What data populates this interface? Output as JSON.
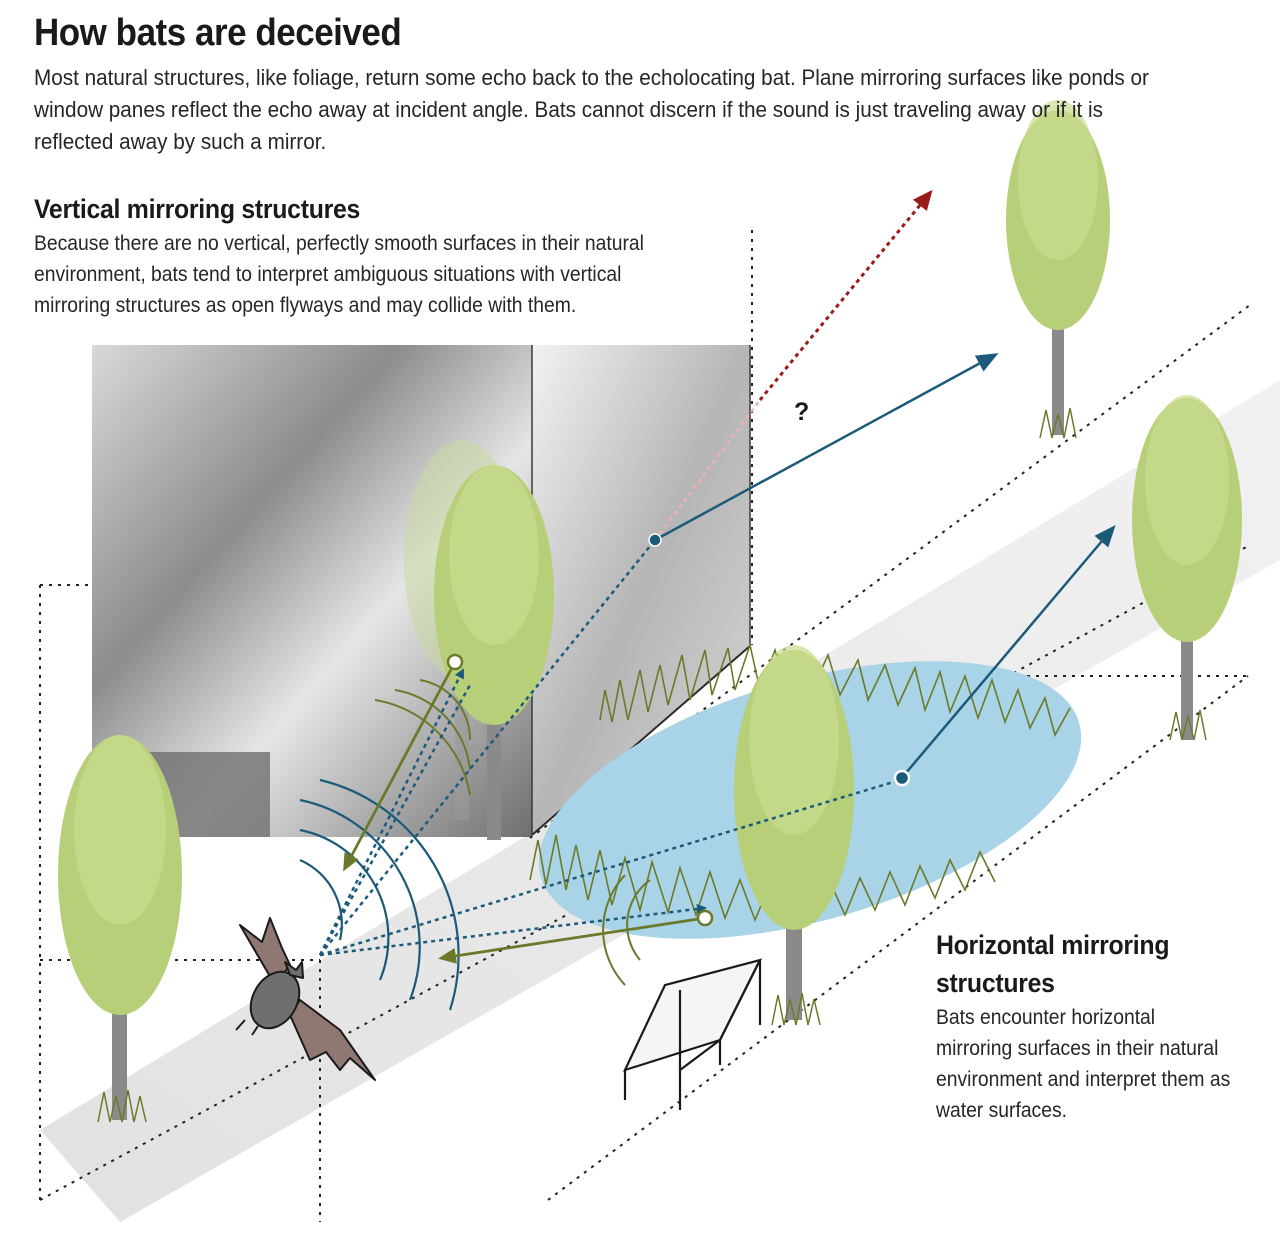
{
  "title": "How bats are deceived",
  "intro": "Most natural structures, like foliage, return some echo back to the echolocating bat. Plane mirroring surfaces like ponds or window panes reflect the echo away at incident angle. Bats cannot discern if the sound is just traveling away or if it is reflected away by such a mirror.",
  "vertical": {
    "heading": "Vertical mirroring structures",
    "body": "Because there are no vertical, perfectly smooth surfaces in their natural environment, bats tend to interpret ambiguous situations with vertical mirroring structures as open flyways and may collide with them."
  },
  "horizontal": {
    "heading": "Horizontal mirroring structures",
    "body": "Bats encounter horizontal mirroring surfaces in their natural environment and interpret them as water surfaces."
  },
  "question_mark": "?",
  "colors": {
    "echo_return": "#6b7a2a",
    "outgoing_call": "#1c5a7a",
    "ambiguous_path": "#9b1b1b",
    "foliage": "#b7cf78",
    "pond": "#a9d3e6",
    "bat": "#8f7872"
  }
}
